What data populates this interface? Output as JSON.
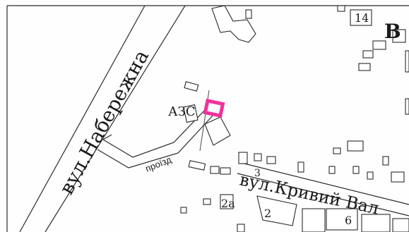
{
  "map": {
    "labels": {
      "naberezhna_street": "вул.Набережна",
      "kryvyi_val_street": "вул.Кривий Вал",
      "pass_lane": "проїзд",
      "gas_station": "АЗС",
      "house_14": "14",
      "house_2a": "2а",
      "house_2": "2",
      "house_6": "6",
      "house_3": "3",
      "corner_letter": "В"
    },
    "colors": {
      "highlight": "#f0329a",
      "lines": "#2a2a2a",
      "background": "#fefefe"
    },
    "highlight_shape": "square-outline"
  }
}
